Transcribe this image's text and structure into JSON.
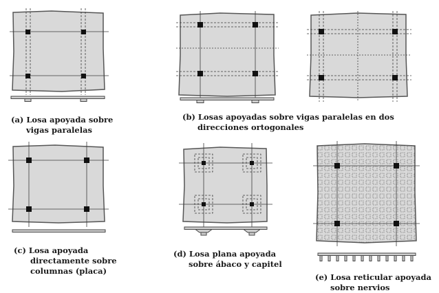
{
  "captions": {
    "a": {
      "line1": "(a) Losa apoyada sobre",
      "line2": "vigas paralelas"
    },
    "b": {
      "line1": "(b) Losas apoyadas sobre vigas paralelas en dos",
      "line2": "direcciones ortogonales"
    },
    "c": {
      "line1": "(c) Losa apoyada",
      "line2": "directamente sobre",
      "line3": "columnas (placa)"
    },
    "d": {
      "line1": "(d) Losa plana apoyada",
      "line2": "sobre ábaco y capitel"
    },
    "e": {
      "line1": "(e) Losa reticular apoyada",
      "line2": "sobre nervios"
    }
  },
  "colors": {
    "slab_fill": "#d9d9d9",
    "slab_edge": "#555555",
    "line": "#3a3a3a",
    "column": "#111111",
    "text": "#1a1a1a"
  }
}
